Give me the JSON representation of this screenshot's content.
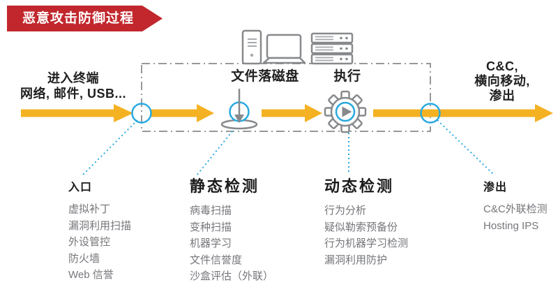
{
  "title": "恶意攻击防御过程",
  "colors": {
    "accent_red": "#C1272D",
    "arrow_yellow": "#F4B223",
    "checkpoint_blue": "#29A9E0",
    "icon_gray": "#87898C",
    "border_gray": "#97989A",
    "heading_text": "#1C1C1C",
    "item_text": "#75767A"
  },
  "flow": {
    "entry": {
      "line1": "进入终端",
      "line2": "网络, 邮件, USB..."
    },
    "stage_file_drop": "文件落磁盘",
    "stage_execute": "执行",
    "exit": {
      "line1": "C&C,",
      "line2": "横向移动,",
      "line3": "渗出"
    }
  },
  "sections": [
    {
      "title": "入口",
      "items": [
        "虚拟补丁",
        "漏洞利用扫描",
        "外设管控",
        "防火墙",
        "Web 信誉"
      ]
    },
    {
      "title": "静态检测",
      "items": [
        "病毒扫描",
        "变种扫描",
        "机器学习",
        "文件信誉度",
        "沙盒评估（外联）"
      ]
    },
    {
      "title": "动态检测",
      "items": [
        "行为分析",
        "疑似勒索预备份",
        "行为机器学习检测",
        "漏洞利用防护"
      ]
    },
    {
      "title": "渗出",
      "items": [
        "C&C外联检测",
        "Hosting IPS"
      ]
    }
  ],
  "icons": {
    "devices": [
      "pc-tower-icon",
      "laptop-icon",
      "server-rack-icon"
    ],
    "file_drop": "download-to-disk-icon",
    "execute": "gear-play-icon",
    "checkpoint": "circle-checkpoint-icon"
  }
}
